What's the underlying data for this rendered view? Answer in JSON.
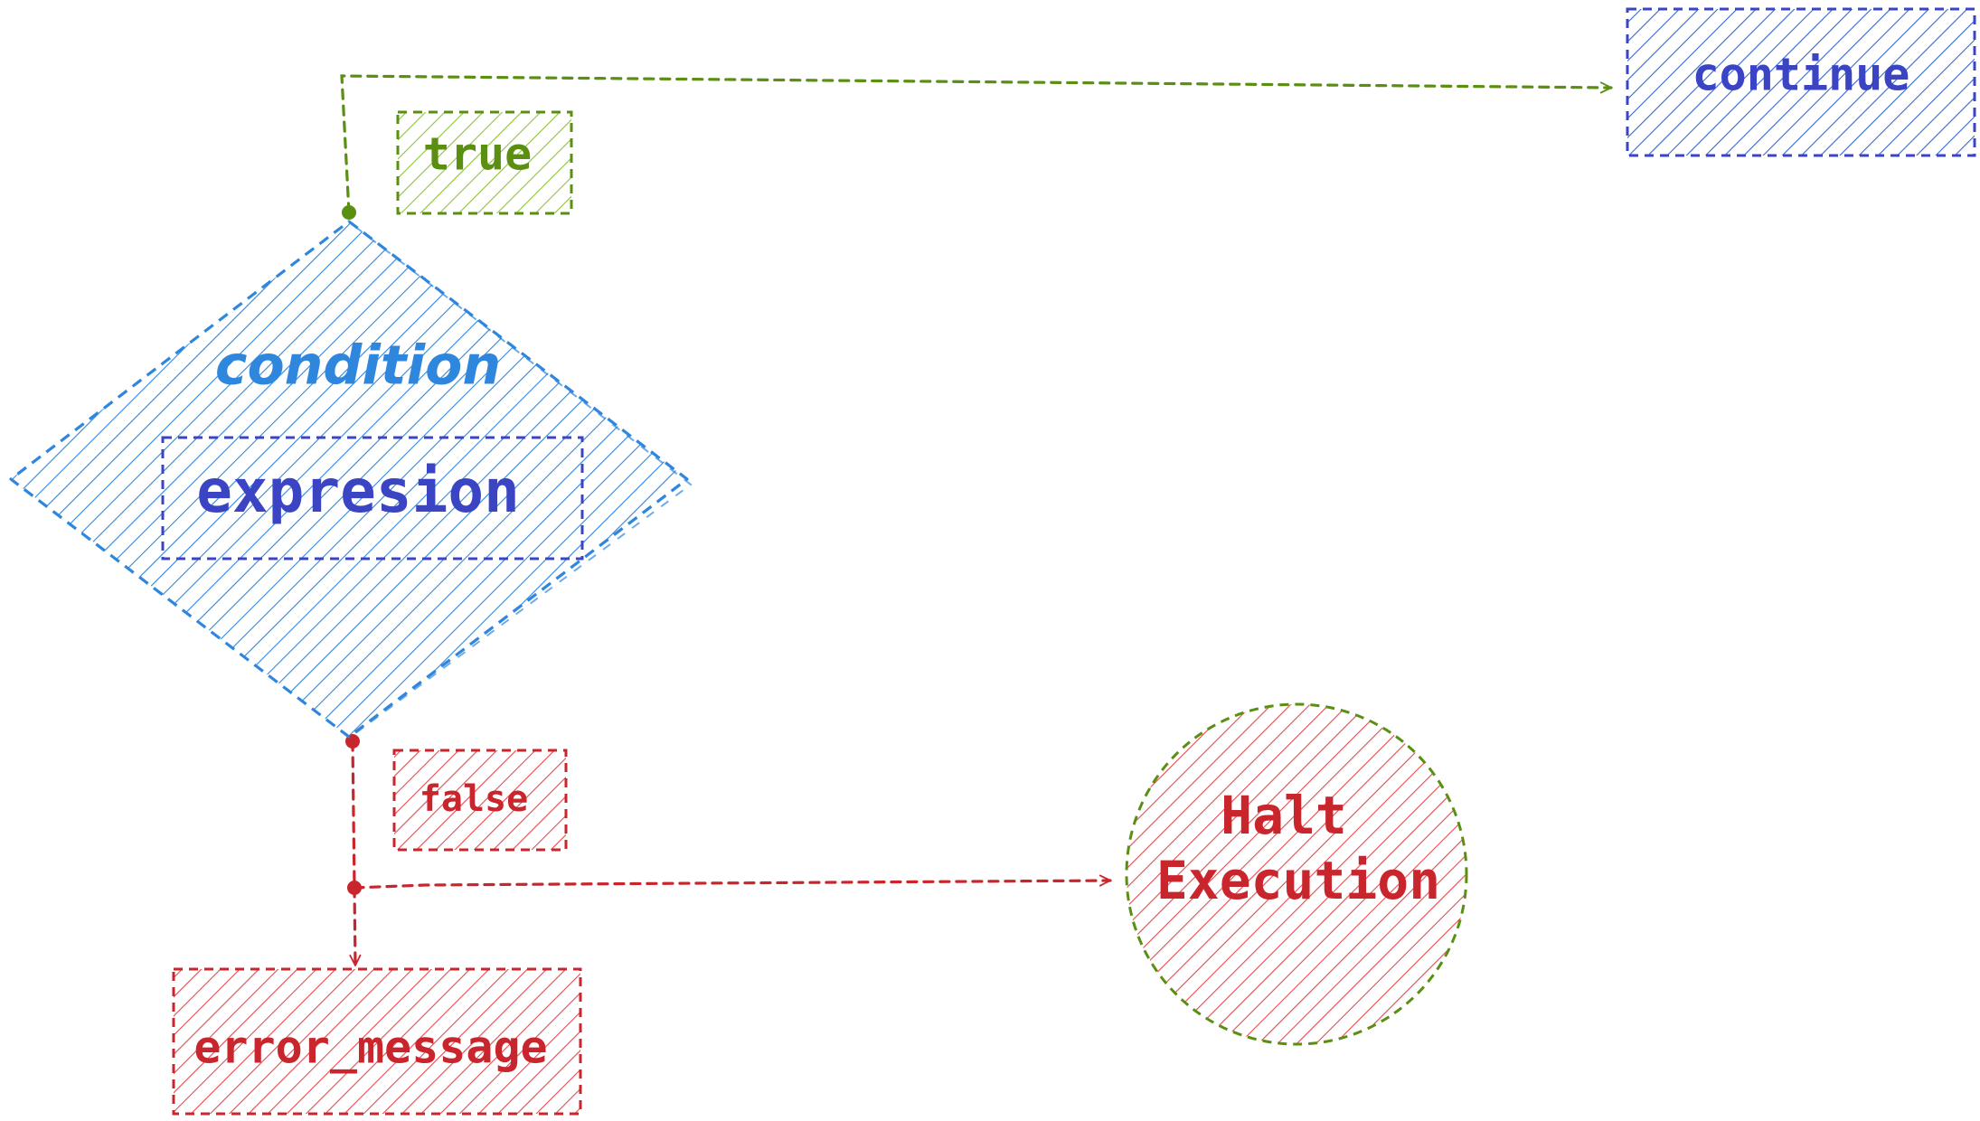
{
  "diagram": {
    "nodes": {
      "condition": {
        "label": "condition",
        "shape": "diamond"
      },
      "expression": {
        "label": "expresion",
        "shape": "rectangle"
      },
      "continue": {
        "label": "continue",
        "shape": "rectangle"
      },
      "error_message": {
        "label": "error_message",
        "shape": "rectangle"
      },
      "halt": {
        "label_line1": "Halt",
        "label_line2": "Execution",
        "shape": "circle"
      }
    },
    "edge_labels": {
      "true": "true",
      "false": "false"
    },
    "edges": [
      {
        "from": "condition",
        "to": "continue",
        "label": "true"
      },
      {
        "from": "condition",
        "to": "error_message",
        "label": "false"
      },
      {
        "from": "condition",
        "to": "halt",
        "label": "false"
      }
    ]
  },
  "colors": {
    "blue_fill": "#2f86dd",
    "blue_text": "#2f86dd",
    "indigo": "#3b45c4",
    "indigo_fill": "#3566d6",
    "green": "#5a8f12",
    "green_fill": "#8cc43a",
    "red": "#c8262c",
    "red_fill": "#e24a4f"
  }
}
